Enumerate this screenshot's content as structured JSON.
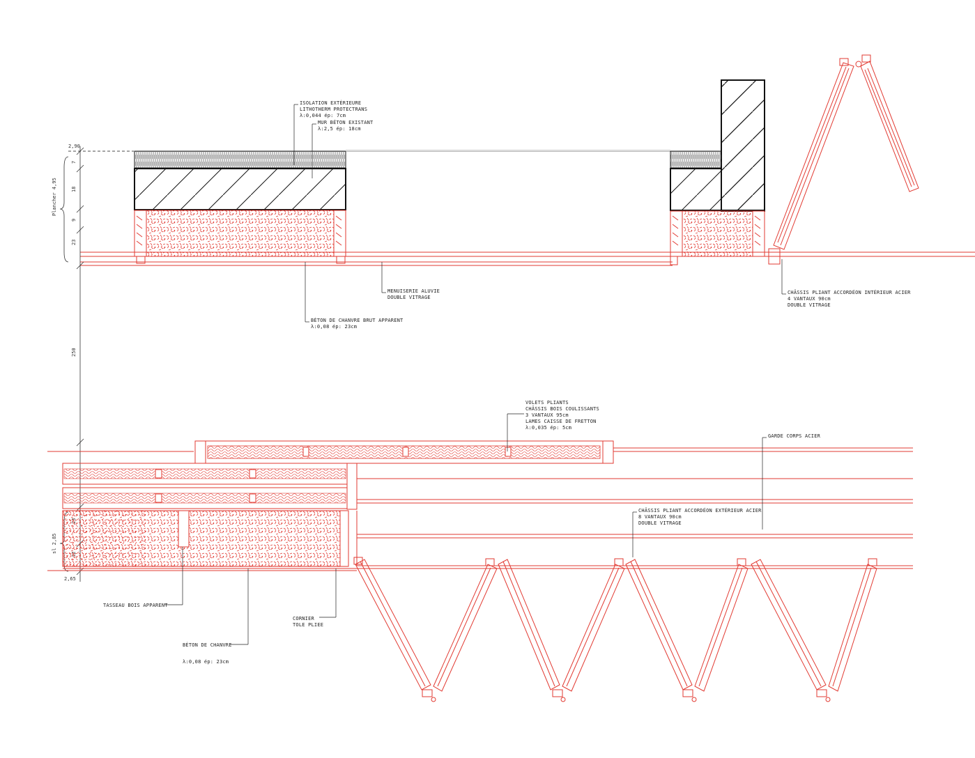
{
  "dimensions": {
    "top_level": "2,90",
    "top_total": "Plancher 4,95",
    "top_seg": [
      "7",
      "18",
      "9",
      "23"
    ],
    "middle": "250",
    "bottom_seg": [
      "23",
      "32"
    ],
    "bottom_total": "sl 2,85",
    "bottom_level": "2,65"
  },
  "annotations": {
    "isolation": [
      "ISOLATION EXTÉRIEURE",
      "LITHOTHERM PROTECTRANS",
      "λ:0,044 ép: 7cm"
    ],
    "mur_beton": [
      "MUR BÉTON EXISTANT",
      "λ:2,5 ép: 18cm"
    ],
    "beton_chanvre_top": [
      "BÉTON DE CHANVRE BRUT APPARENT",
      "λ:0,08 ép: 23cm"
    ],
    "menuiserie": [
      "MENUISERIE ALUVIE",
      "DOUBLE VITRAGE"
    ],
    "chassis_top": [
      "CHÂSSIS PLIANT ACCORDÉON INTÉRIEUR ACIER",
      "4 VANTAUX 90cm",
      "DOUBLE VITRAGE"
    ],
    "volets": [
      "VOLETS PLIANTS",
      "CHÂSSIS BOIS COULISSANTS",
      "3 VANTAUX 95cm",
      "LAMES CAISSE DE FRETTON",
      "λ:0,035 ép: 5cm"
    ],
    "garde_corps": [
      "GARDE CORPS ACIER"
    ],
    "chassis_bottom": [
      "CHÂSSIS PLIANT ACCORDÉON EXTÉRIEUR ACIER",
      "8 VANTAUX 90cm",
      "DOUBLE VITRAGE"
    ],
    "tasseau": [
      "TASSEAU BOIS APPARENT"
    ],
    "cornier": [
      "CORNIER",
      "TOLE PLIEE"
    ],
    "beton_chanvre_bottom": [
      "BÉTON DE CHANVRE",
      "λ:0,08 ép: 23cm"
    ]
  },
  "colors": {
    "existing": "#111111",
    "new": "#e23a32"
  }
}
